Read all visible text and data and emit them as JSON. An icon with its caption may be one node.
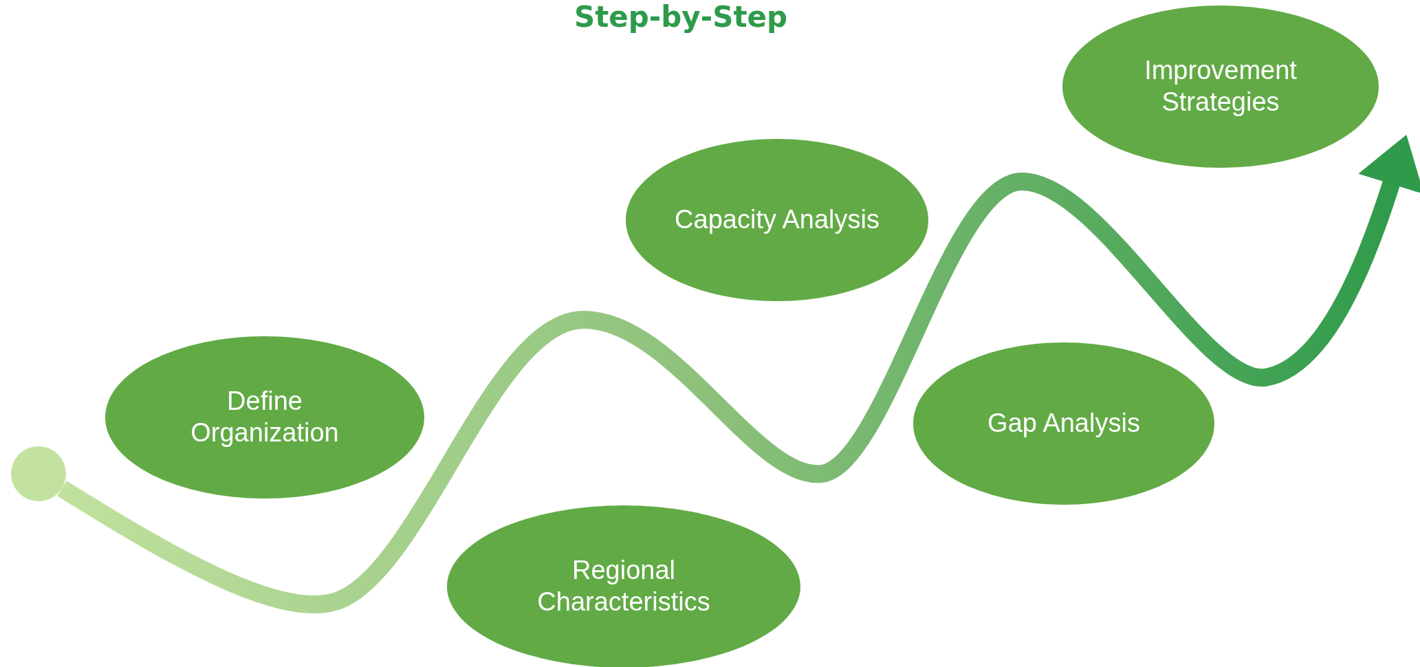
{
  "diagram": {
    "title": "Step-by-Step",
    "nodes": [
      {
        "text": [],
        "shape": "circle"
      },
      {
        "text": [
          "Define Organization"
        ]
      },
      {
        "text": [
          "Regional Characteristics"
        ]
      },
      {
        "text": [
          "Capacity Analysis"
        ]
      },
      {
        "text": [
          "Gap Analysis"
        ]
      },
      {
        "text": [
          "Improvement Strategies"
        ]
      }
    ],
    "edges": [
      {
        "from": 0,
        "to": 5,
        "arrow": "to"
      }
    ]
  }
}
